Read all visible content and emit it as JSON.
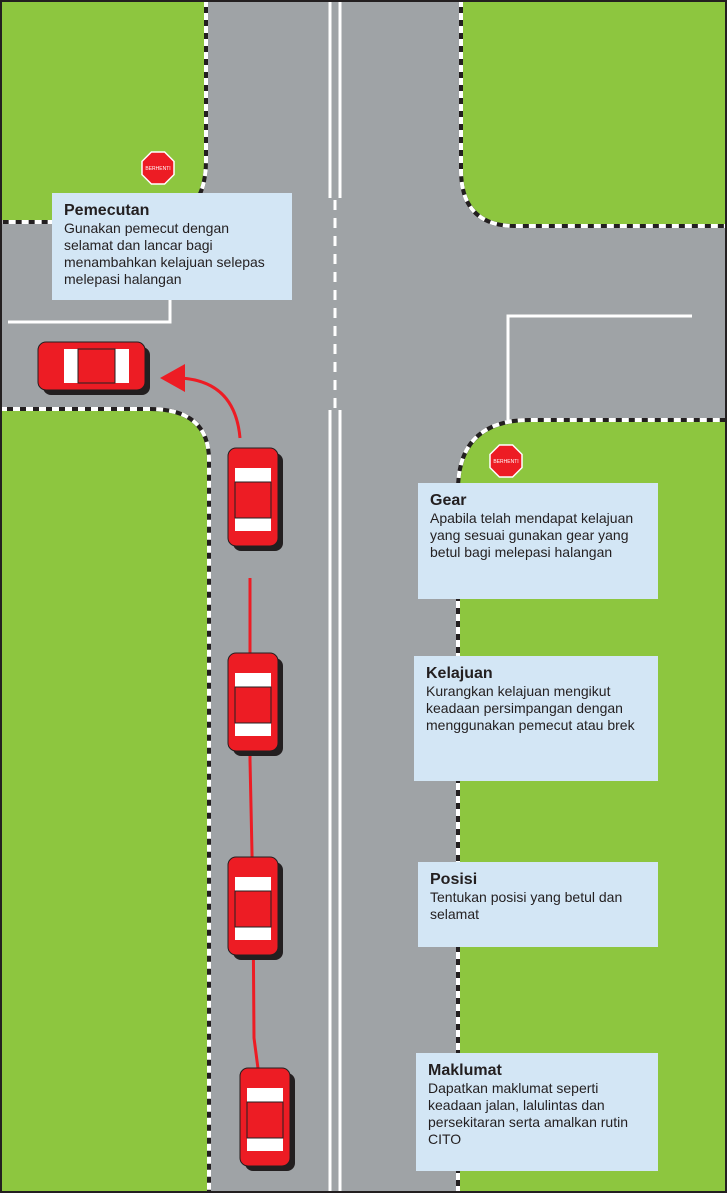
{
  "colors": {
    "grass": "#8dc63f",
    "road": "#9fa3a6",
    "border": "#231f20",
    "car": "#ed1c24",
    "car_shadow": "#231f20",
    "path": "#ed1c24",
    "box": "#d3e6f5",
    "sign": "#ed1c24"
  },
  "stop_sign": {
    "label": "BERHENTI"
  },
  "boxes": {
    "pemecutan": {
      "title": "Pemecutan",
      "text": "Gunakan pemecut dengan selamat dan lancar bagi menambahkan kelajuan selepas melepasi halangan"
    },
    "gear": {
      "title": "Gear",
      "text": "Apabila telah mendapat kelajuan yang sesuai gunakan gear yang betul bagi melepasi halangan"
    },
    "kelajuan": {
      "title": "Kelajuan",
      "text": "Kurangkan kelajuan mengikut keadaan persimpangan dengan menggunakan pemecut atau brek"
    },
    "posisi": {
      "title": "Posisi",
      "text": "Tentukan posisi yang betul dan selamat"
    },
    "maklumat": {
      "title": "Maklumat",
      "text": "Dapatkan maklumat seperti keadaan jalan, lalulintas dan persekitaran serta amalkan rutin CITO"
    }
  }
}
